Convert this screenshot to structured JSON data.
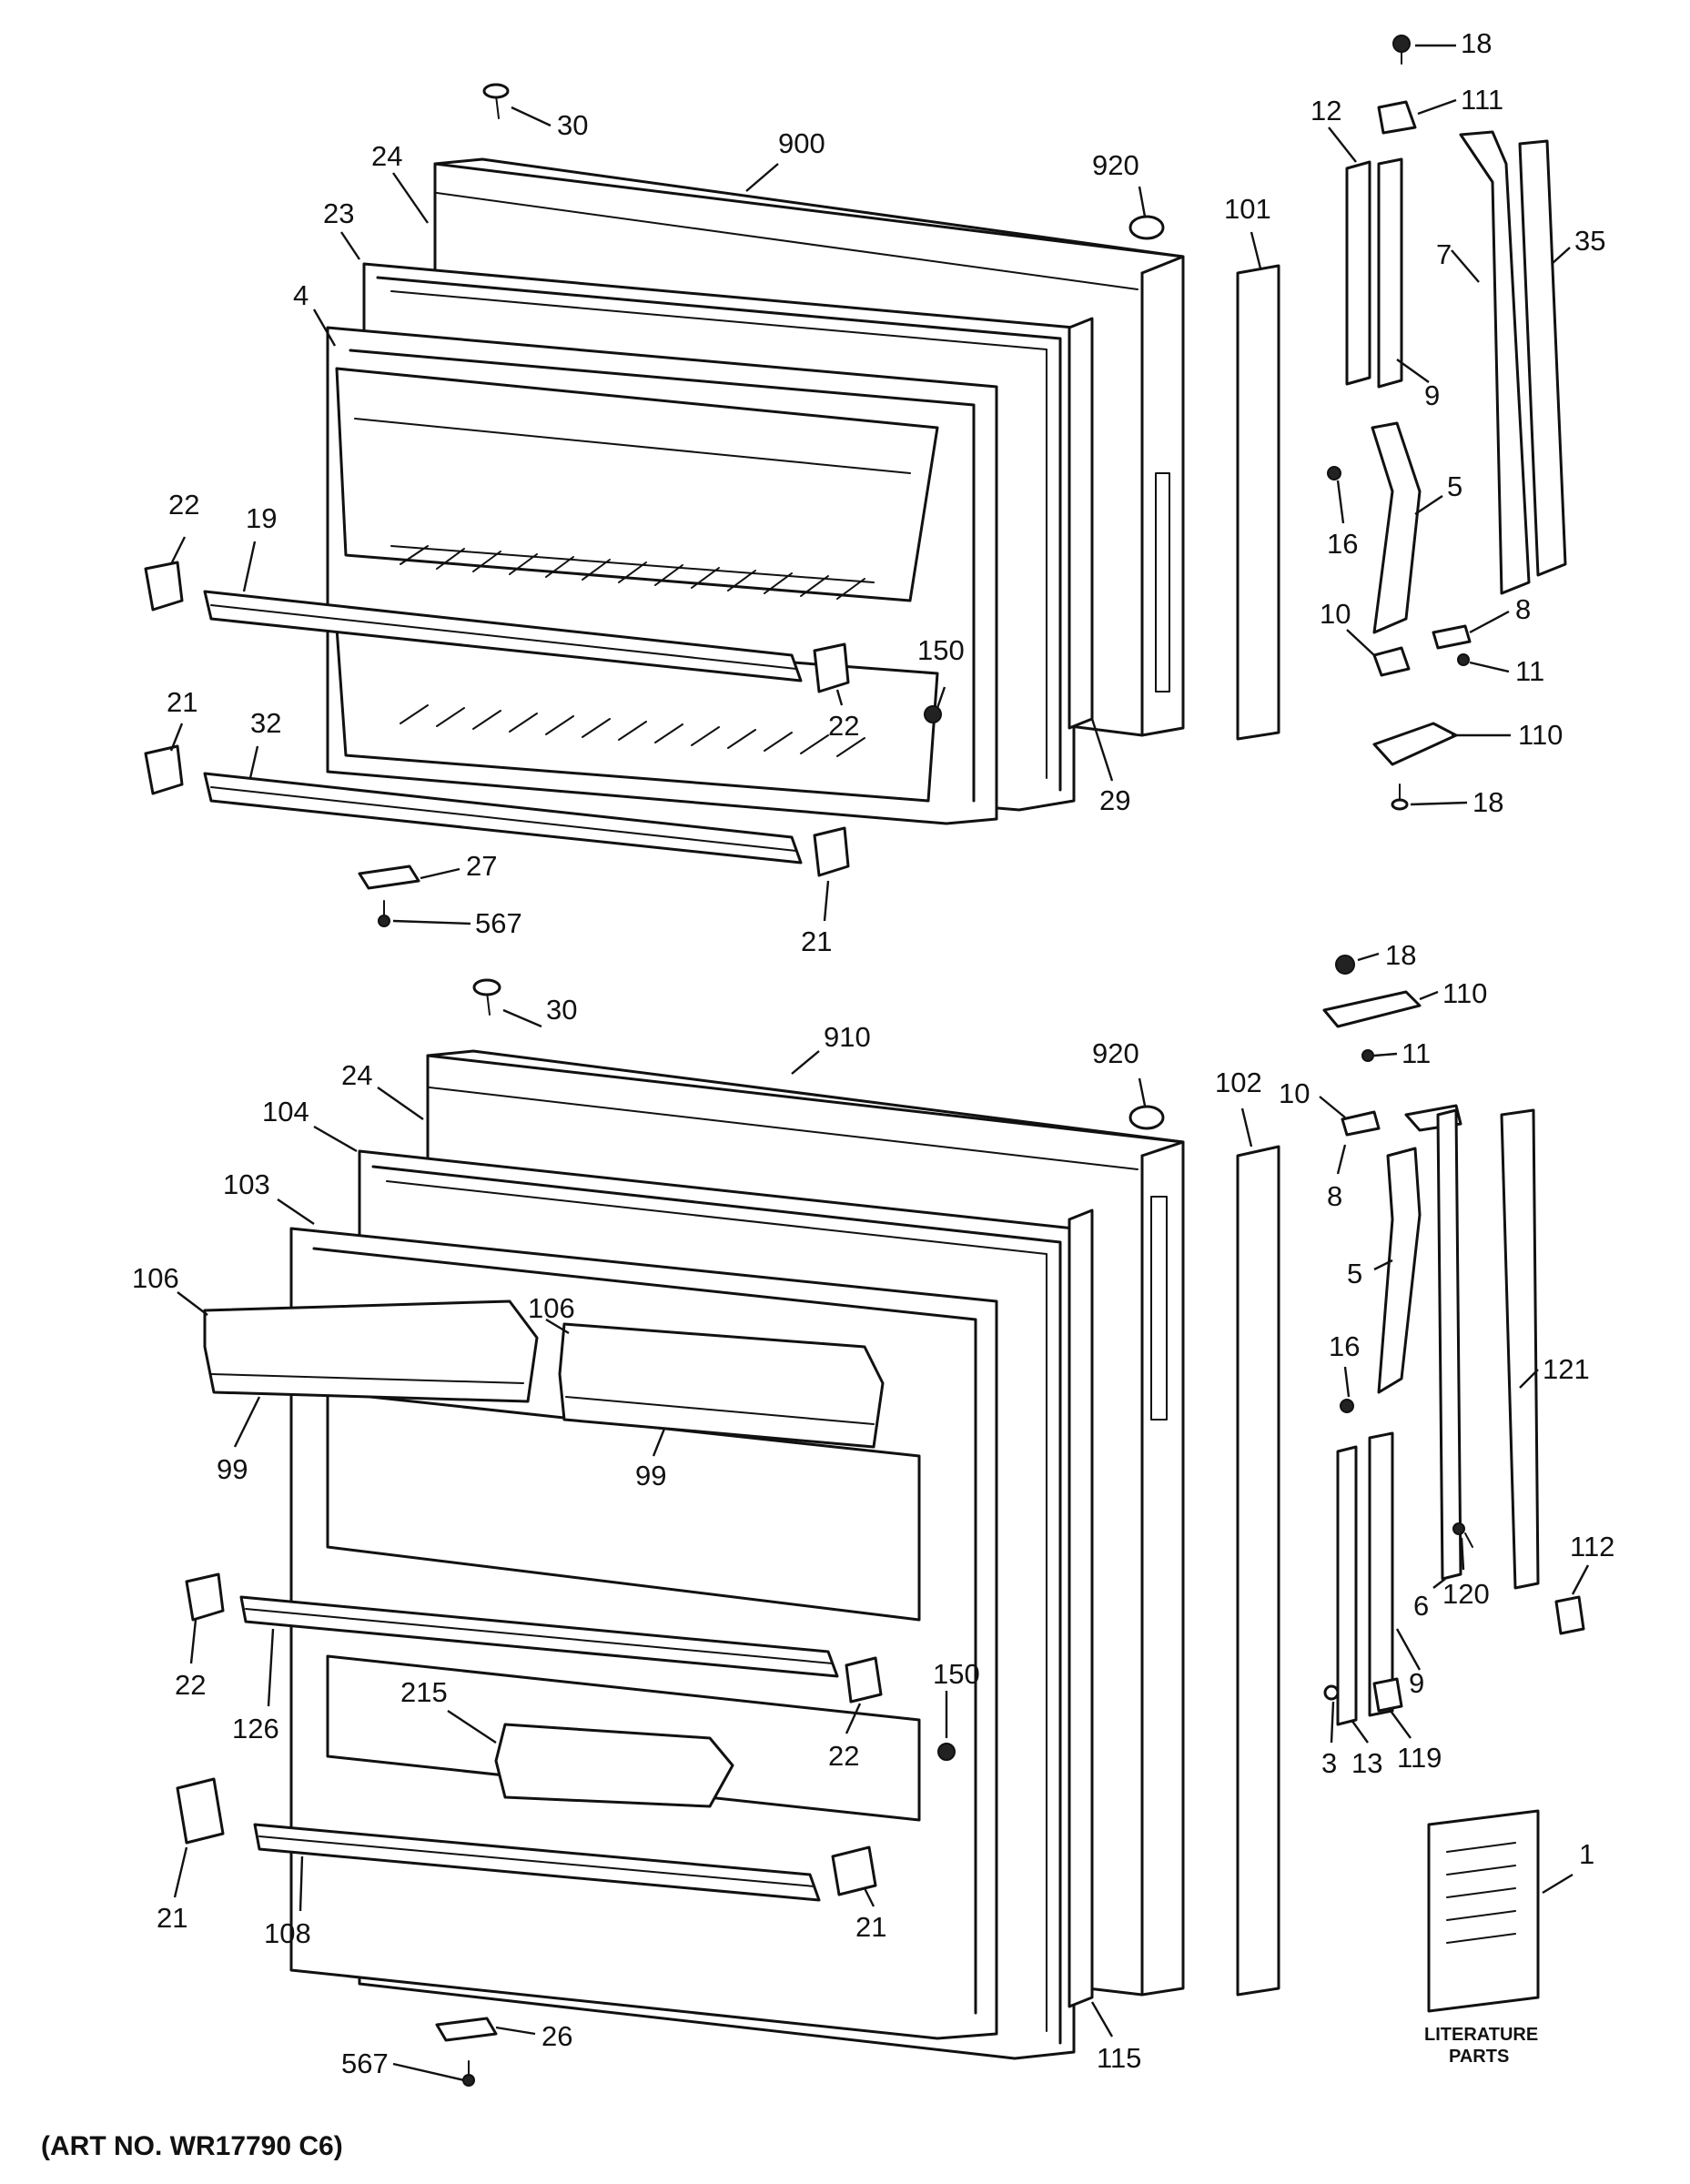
{
  "diagram": {
    "art_number": "(ART NO. WR17790 C6)",
    "literature_caption_line1": "LITERATURE",
    "literature_caption_line2": "PARTS",
    "freezer_door_labels": {
      "p30": "30",
      "p900": "900",
      "p920": "920",
      "p101": "101",
      "p24": "24",
      "p23": "23",
      "p4": "4",
      "p22_left": "22",
      "p19": "19",
      "p22_right": "22",
      "p150": "150",
      "p21_left": "21",
      "p32": "32",
      "p21_right": "21",
      "p29": "29",
      "p27": "27",
      "p567": "567"
    },
    "freezer_hinge_labels": {
      "p18_top": "18",
      "p111": "111",
      "p12": "12",
      "p7": "7",
      "p35": "35",
      "p9": "9",
      "p16": "16",
      "p5": "5",
      "p10": "10",
      "p8": "8",
      "p11": "11",
      "p110": "110",
      "p18_bottom": "18"
    },
    "fresh_food_door_labels": {
      "p30": "30",
      "p910": "910",
      "p920": "920",
      "p102": "102",
      "p24": "24",
      "p104": "104",
      "p103": "103",
      "p106_left": "106",
      "p106_mid": "106",
      "p99_left": "99",
      "p99_mid": "99",
      "p22_left": "22",
      "p126": "126",
      "p215": "215",
      "p150": "150",
      "p22_right": "22",
      "p21_left": "21",
      "p108": "108",
      "p21_right": "21",
      "p115": "115",
      "p26": "26",
      "p567": "567"
    },
    "fresh_food_hinge_labels": {
      "p18": "18",
      "p110": "110",
      "p11": "11",
      "p10": "10",
      "p8": "8",
      "p5": "5",
      "p16": "16",
      "p121": "121",
      "p120": "120",
      "p6": "6",
      "p112": "112",
      "p9": "9",
      "p3": "3",
      "p13": "13",
      "p119": "119",
      "p1": "1"
    }
  }
}
